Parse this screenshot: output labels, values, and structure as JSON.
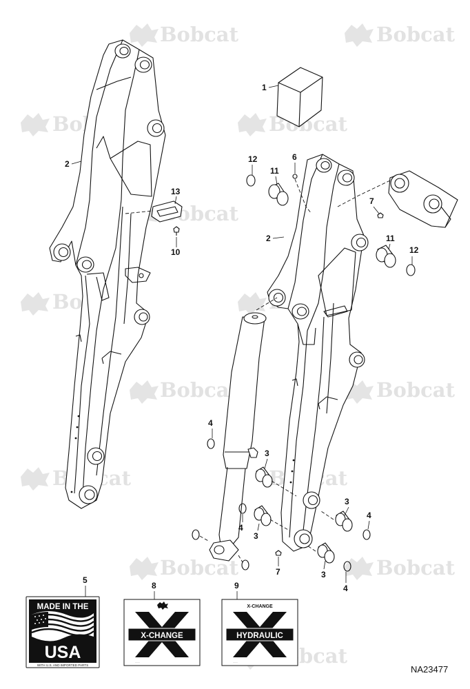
{
  "watermark": {
    "brand": "Bobcat",
    "color": "#e2e2e2"
  },
  "callouts": {
    "c1": "1",
    "c2_left": "2",
    "c2_right": "2",
    "c3_a": "3",
    "c3_b": "3",
    "c3_c": "3",
    "c3_d": "3",
    "c4_a": "4",
    "c4_b": "4",
    "c4_c": "4",
    "c4_d": "4",
    "c5": "5",
    "c6": "6",
    "c7_a": "7",
    "c7_b": "7",
    "c8": "8",
    "c9": "9",
    "c10": "10",
    "c11_a": "11",
    "c11_b": "11",
    "c12_a": "12",
    "c12_b": "12",
    "c13": "13"
  },
  "decals": {
    "made_in_usa": {
      "heading": "MADE IN THE",
      "country": "USA",
      "footnote": "WITH U.S. AND IMPORTED PARTS"
    },
    "x_change": {
      "word": "X-CHANGE"
    },
    "x_change_hydraulic": {
      "heading": "X-CHANGE",
      "word": "HYDRAULIC"
    }
  },
  "figure_number": "NA23477"
}
